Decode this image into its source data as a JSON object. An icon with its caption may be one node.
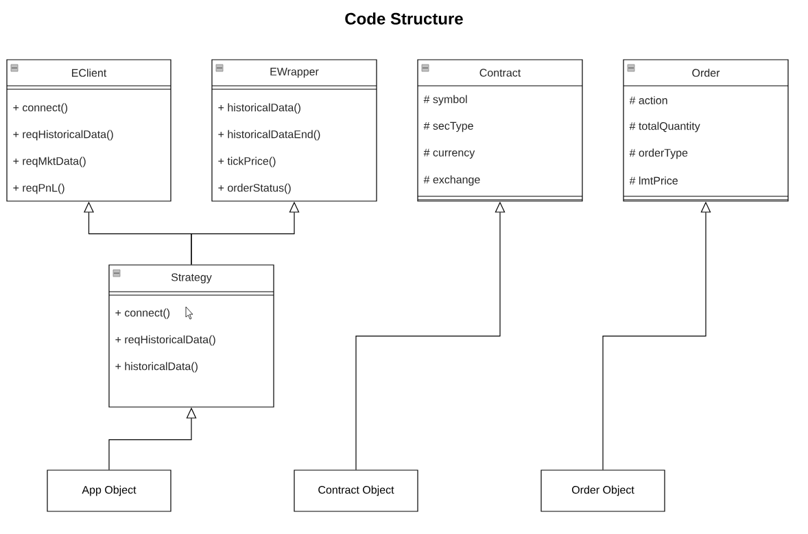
{
  "diagram": {
    "title": "Code Structure",
    "nodes": [
      {
        "text": [
          "EClient",
          "+ connect()",
          "+ reqHistoricalData()",
          "+ reqMktData()",
          "+ reqPnL()"
        ]
      },
      {
        "text": [
          "EWrapper",
          "+ historicalData()",
          "+ historicalDataEnd()",
          "+ tickPrice()",
          "+ orderStatus()"
        ]
      },
      {
        "text": [
          "Contract",
          "# symbol",
          "# secType",
          "# currency",
          "# exchange"
        ]
      },
      {
        "text": [
          "Order",
          "# action",
          "# totalQuantity",
          "# orderType",
          "# lmtPrice"
        ]
      },
      {
        "text": [
          "Strategy",
          "+ connect()",
          "+ reqHistoricalData()",
          "+ historicalData()"
        ]
      },
      {
        "text": [
          "App Object"
        ]
      },
      {
        "text": [
          "Contract Object"
        ]
      },
      {
        "text": [
          "Order Object"
        ]
      }
    ],
    "edges": [
      {
        "from": 4,
        "to": 0,
        "arrow": "to"
      },
      {
        "from": 4,
        "to": 1,
        "arrow": "to"
      },
      {
        "from": 5,
        "to": 4,
        "arrow": "to"
      },
      {
        "from": 6,
        "to": 2,
        "arrow": "to"
      },
      {
        "from": 7,
        "to": 3,
        "arrow": "to"
      }
    ]
  }
}
